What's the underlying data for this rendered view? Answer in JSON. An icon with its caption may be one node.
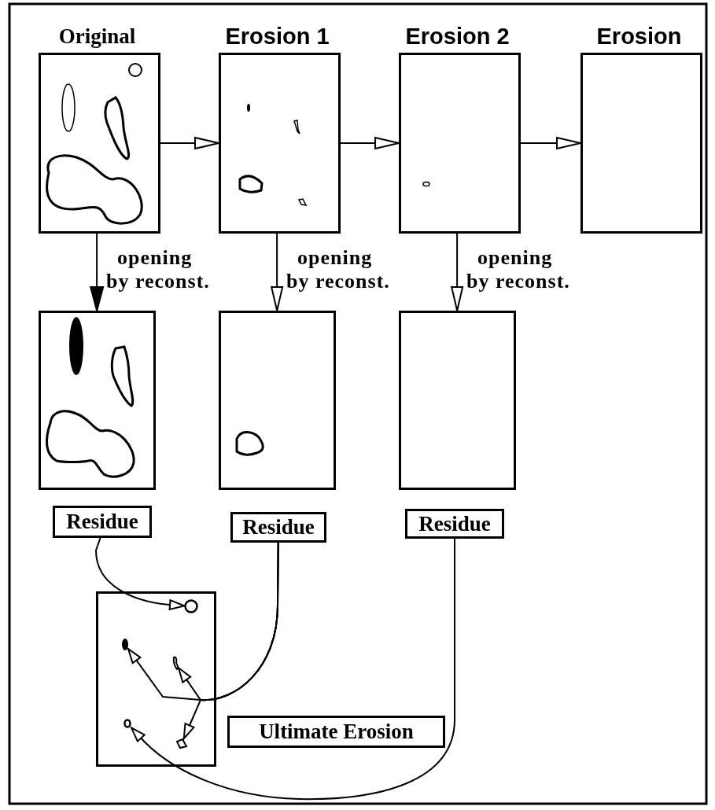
{
  "diagram": {
    "nodes": [
      {
        "text": [
          "Original"
        ]
      },
      {
        "text": [
          "Erosion 1"
        ]
      },
      {
        "text": [
          "Erosion 2"
        ]
      },
      {
        "text": [
          "Erosion"
        ]
      },
      {
        "text": [],
        "shape": "box"
      },
      {
        "text": [],
        "shape": "box"
      },
      {
        "text": [],
        "shape": "box"
      },
      {
        "text": [
          "Residue"
        ]
      },
      {
        "text": [
          "Residue"
        ]
      },
      {
        "text": [
          "Residue"
        ]
      },
      {
        "text": [],
        "shape": "box"
      },
      {
        "text": [],
        "shape": "circle",
        "in": 10
      },
      {
        "text": [],
        "shape": "ellipse",
        "in": 10
      },
      {
        "text": [],
        "shape": "blob",
        "in": 10
      },
      {
        "text": [],
        "shape": "circle",
        "in": 10
      },
      {
        "text": [],
        "shape": "blob",
        "in": 10
      },
      {
        "text": [
          "Ultimate Erosion"
        ]
      }
    ],
    "edges": [
      {
        "from": 0,
        "to": 1,
        "arrow": "to"
      },
      {
        "from": 1,
        "to": 2,
        "arrow": "to"
      },
      {
        "from": 2,
        "to": 3,
        "arrow": "to"
      },
      {
        "from": 0,
        "to": 4,
        "arrow": "to",
        "label": "opening by reconst."
      },
      {
        "from": 1,
        "to": 5,
        "arrow": "to",
        "label": "opening by reconst."
      },
      {
        "from": 2,
        "to": 6,
        "arrow": "to",
        "label": "opening by reconst."
      },
      {
        "from": 7,
        "to": 11,
        "arrow": "to"
      },
      {
        "from": 8,
        "to": 12,
        "arrow": "to"
      },
      {
        "from": 8,
        "to": 13,
        "arrow": "to"
      },
      {
        "from": 8,
        "to": 15,
        "arrow": "to"
      },
      {
        "from": 9,
        "to": 14,
        "arrow": "to"
      }
    ]
  }
}
